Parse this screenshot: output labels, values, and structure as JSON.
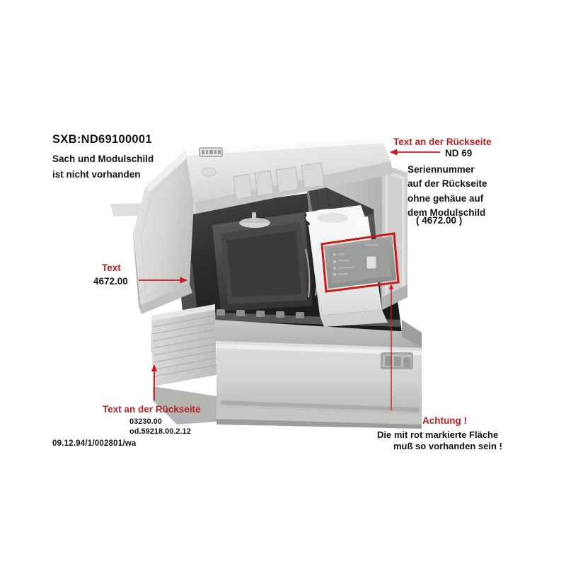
{
  "document": {
    "part_code": "SXB:ND69100001",
    "note_line1": "Sach und Modulschild",
    "note_line2": "ist nicht vorhanden",
    "reference": "09.12.94/1/002801/wa",
    "background_color": "#ffffff",
    "accent_red": "#b32222",
    "text_color": "#141414"
  },
  "annotations": {
    "rear_top": {
      "heading": "Text an der Rückseite",
      "value": "ND 69",
      "arrow": "arrow-left-icon"
    },
    "serial_note": {
      "line1": "Seriennummer",
      "line2": "auf der Rückseite",
      "line3": "ohne gehäue auf",
      "line4": "dem Modulschild",
      "line5": "( 4672.00 )"
    },
    "text_mid": {
      "heading": "Text",
      "value": "4672.00",
      "arrow": "arrow-right-icon"
    },
    "rear_bottom": {
      "heading": "Text an der Rückseite",
      "value1": "03230.00",
      "value2": "od.59218.00.2.12",
      "arrow": "arrow-up-icon"
    },
    "warning": {
      "heading": "Achtung !",
      "line1": "Die mit rot markierte Fläche",
      "line2": "muß so vorhanden sein !",
      "arrow": "arrow-up-icon"
    }
  },
  "figure": {
    "subject": "dot-matrix printer photograph, top cover open",
    "badge": "module-label-badge",
    "highlight": {
      "name": "red-marked-area",
      "shape": "rectangle-outline",
      "color": "#cc1a1a",
      "target": "control-panel"
    },
    "panel_indicators": [
      "•",
      "•",
      "•",
      "•"
    ],
    "base_buttons": 3
  }
}
